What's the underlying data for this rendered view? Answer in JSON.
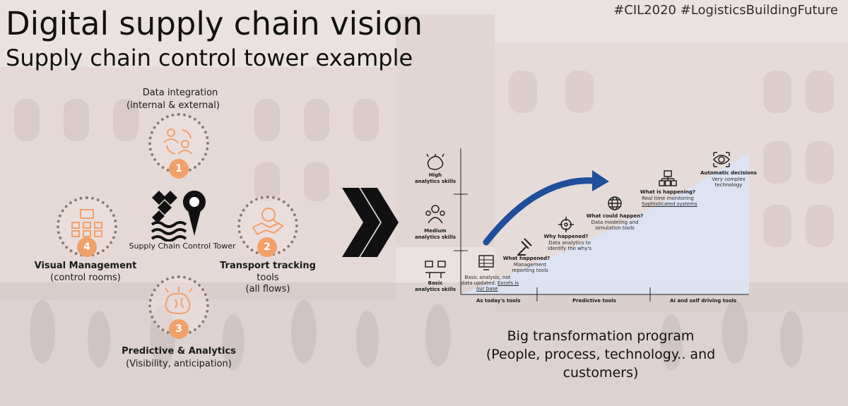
{
  "header": {
    "title": "Digital supply chain vision",
    "subtitle": "Supply chain control tower example",
    "hashtags": "#CIL2020 #LogisticsBuildingFuture"
  },
  "center": {
    "label": "Supply Chain Control Tower"
  },
  "nodes": [
    {
      "number": "1",
      "title": "Data integration",
      "note": "(internal & external)",
      "icon": "people-cycle-icon"
    },
    {
      "number": "2",
      "title": "Transport tracking",
      "note": "tools",
      "note2": "(all flows)",
      "icon": "map-search-icon"
    },
    {
      "number": "3",
      "title": "Predictive & Analytics",
      "note": "(Visibility, anticipation)",
      "icon": "brain-icon"
    },
    {
      "number": "4",
      "title": "Visual Management",
      "note": "(control rooms)",
      "icon": "control-room-icon"
    }
  ],
  "maturity": {
    "y_levels": [
      {
        "line1": "High",
        "line2": "analytics skills"
      },
      {
        "line1": "Medium",
        "line2": "analytics skills"
      },
      {
        "line1": "Basic",
        "line2": "analytics skills"
      }
    ],
    "x_levels": [
      "As today's tools",
      "Predictive tools",
      "AI and self driving tools"
    ],
    "steps": [
      {
        "title": "",
        "lines": [
          "Basic analysis, not",
          "data updated."
        ],
        "link_lines": [
          "Excels is",
          "our base"
        ]
      },
      {
        "title": "What happened?",
        "lines": [
          "Management",
          "reporting tools"
        ],
        "link_lines": []
      },
      {
        "title": "Why happened?",
        "lines": [
          "Data analytics to",
          "identify the why's"
        ],
        "link_lines": []
      },
      {
        "title": "What could happen?",
        "lines": [
          "Data modeling and",
          "simulation tools"
        ],
        "link_lines": []
      },
      {
        "title": "What is happening?",
        "lines": [
          "Real time monitoring"
        ],
        "link_lines": [
          "Sophisticated systems"
        ]
      },
      {
        "title": "Automatic decisions",
        "lines": [
          "Very complex",
          "technology"
        ],
        "link_lines": []
      }
    ]
  },
  "program": {
    "title": "Big transformation program",
    "line2": "(People, process, technology.. and",
    "line3": "customers)"
  },
  "colors": {
    "accent_orange": "#f2a06a",
    "curve_blue": "#1f4f9c",
    "area_blue": "#dbe3f4"
  }
}
